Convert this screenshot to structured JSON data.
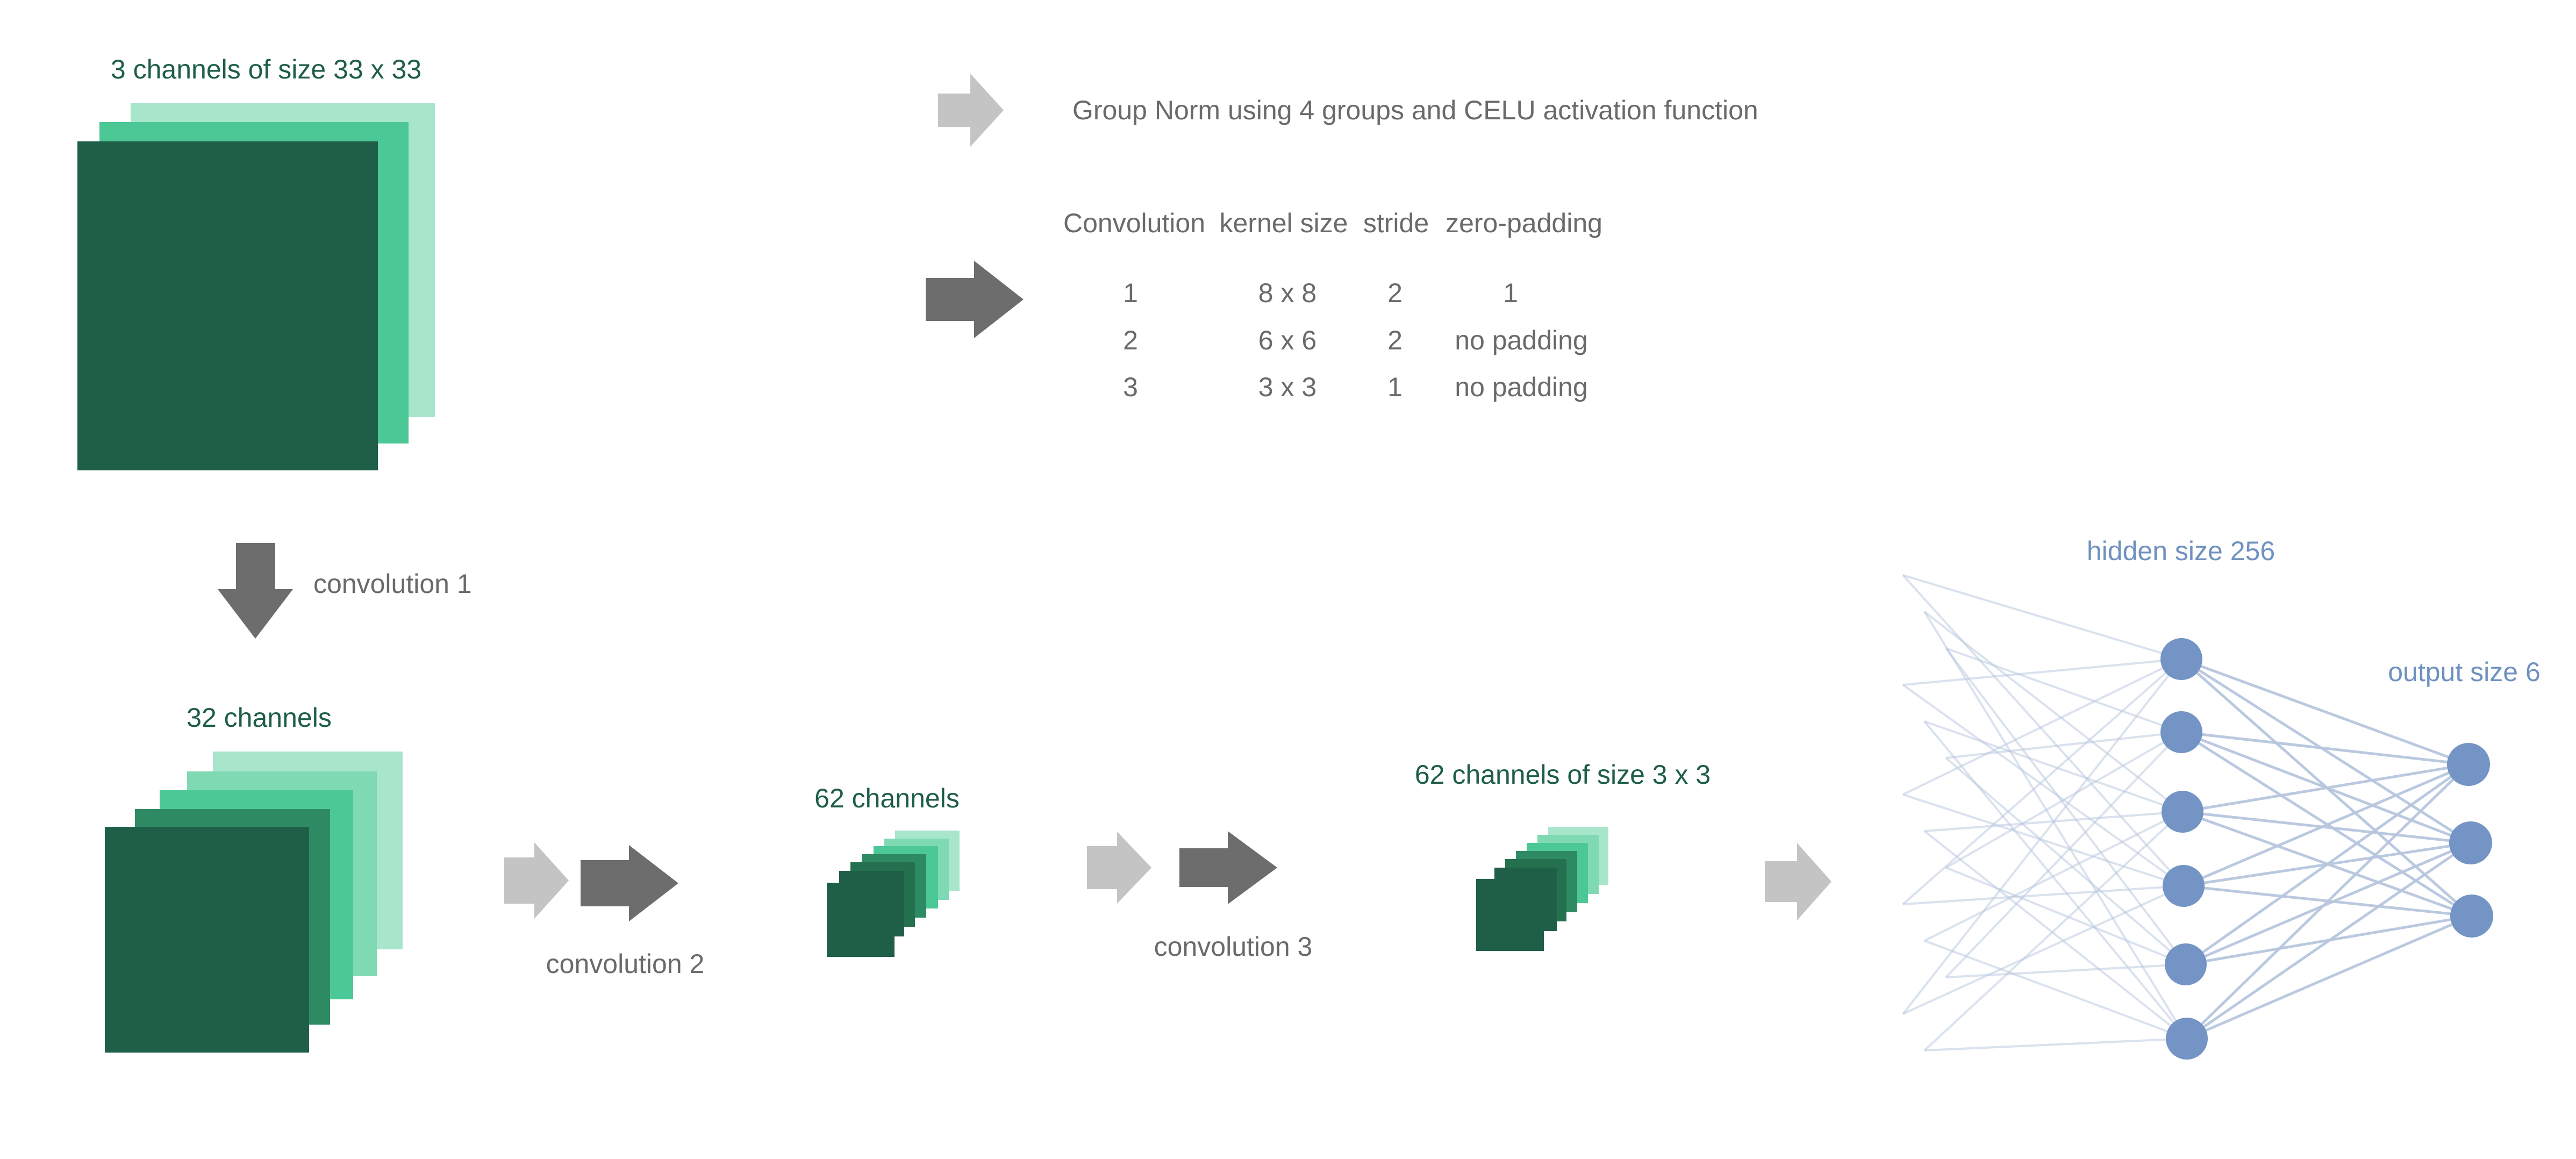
{
  "colors": {
    "dark_green": "#1F5F47",
    "mid_green": "#2E8A63",
    "green": "#4CC896",
    "light_green": "#7FD9B2",
    "pale_green": "#A8E6CC",
    "dark_arrow": "#6D6D6D",
    "light_arrow": "#C4C4C4",
    "text_gray": "#6A6A6A",
    "node_blue": "#7394C4",
    "edge_blue": "#B6C6DD",
    "label_blue": "#6F91BF",
    "label_green": "#1E5E46"
  },
  "input": {
    "label": "3 channels of size 33 x 33"
  },
  "legend": {
    "groupnorm_text": "Group Norm using 4 groups and CELU activation function",
    "headers": [
      "Convolution",
      "kernel size",
      "stride",
      "zero-padding"
    ],
    "rows": [
      [
        "1",
        "8 x 8",
        "2",
        "1"
      ],
      [
        "2",
        "6 x 6",
        "2",
        "no padding"
      ],
      [
        "3",
        "3 x 3",
        "1",
        "no padding"
      ]
    ]
  },
  "conv1": {
    "label": "convolution 1"
  },
  "stack2": {
    "label": "32 channels"
  },
  "conv2": {
    "label": "convolution 2"
  },
  "stack3": {
    "label": "62 channels"
  },
  "conv3": {
    "label": "convolution 3"
  },
  "stack4": {
    "label": "62 channels of size 3 x 3"
  },
  "network": {
    "hidden_label": "hidden size 256",
    "output_label": "output size 6"
  }
}
